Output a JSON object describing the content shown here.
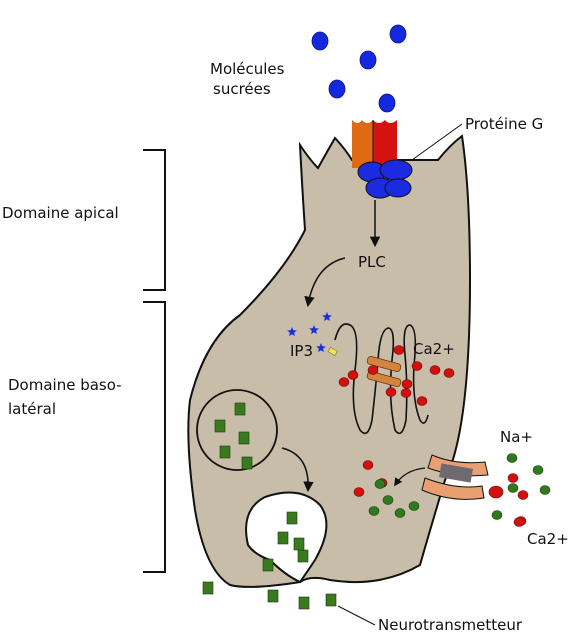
{
  "labels": {
    "sugar_line1": "Molécules",
    "sugar_line2": "sucrées",
    "g_protein": "Protéine G",
    "apical_domain": "Domaine apical",
    "basolateral_line1": "Domaine baso-",
    "basolateral_line2": "latéral",
    "plc": "PLC",
    "ip3": "IP3",
    "ca_internal": "Ca2+",
    "na": "Na+",
    "ca_external": "Ca2+",
    "neurotransmitter": "Neurotransmetteur"
  },
  "colors": {
    "cell_fill": "#c7bda8",
    "cell_stroke": "#111111",
    "sugar_molecule": "#1428e0",
    "g_protein": "#1a2be0",
    "receptor_orange": "#e06a14",
    "receptor_red": "#d41212",
    "ip3_star": "#1a2be0",
    "calcium_ion": "#d40f0f",
    "sodium_ion": "#2f7a1e",
    "neurotransmitter": "#3a7a1e",
    "channel_tan": "#e8a070",
    "channel_core": "#6f6a70",
    "er_channel": "#d4843c"
  }
}
